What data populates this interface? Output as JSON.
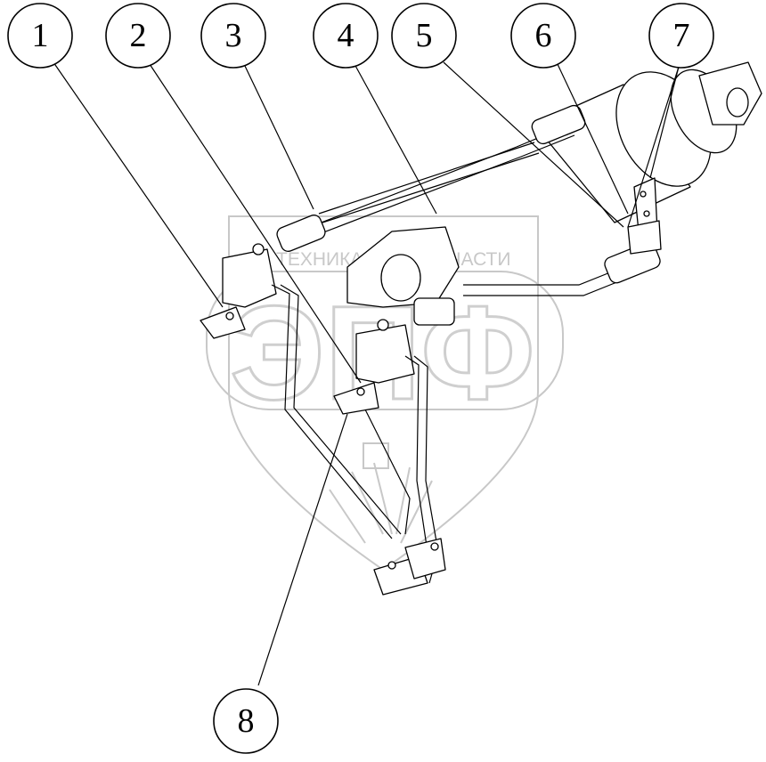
{
  "diagram": {
    "callouts": [
      {
        "id": "1",
        "label": "1"
      },
      {
        "id": "2",
        "label": "2"
      },
      {
        "id": "3",
        "label": "3"
      },
      {
        "id": "4",
        "label": "4"
      },
      {
        "id": "5",
        "label": "5"
      },
      {
        "id": "6",
        "label": "6"
      },
      {
        "id": "7",
        "label": "7"
      },
      {
        "id": "8",
        "label": "8"
      }
    ]
  },
  "watermark": {
    "top_left_text": "ТЕХНИКА",
    "top_right_text": "ЗАПЧАСТИ",
    "big_text": "ЭПФ",
    "color": "#c8c8c8"
  },
  "colors": {
    "line": "#000000",
    "background": "#ffffff",
    "watermark": "#c8c8c8"
  }
}
